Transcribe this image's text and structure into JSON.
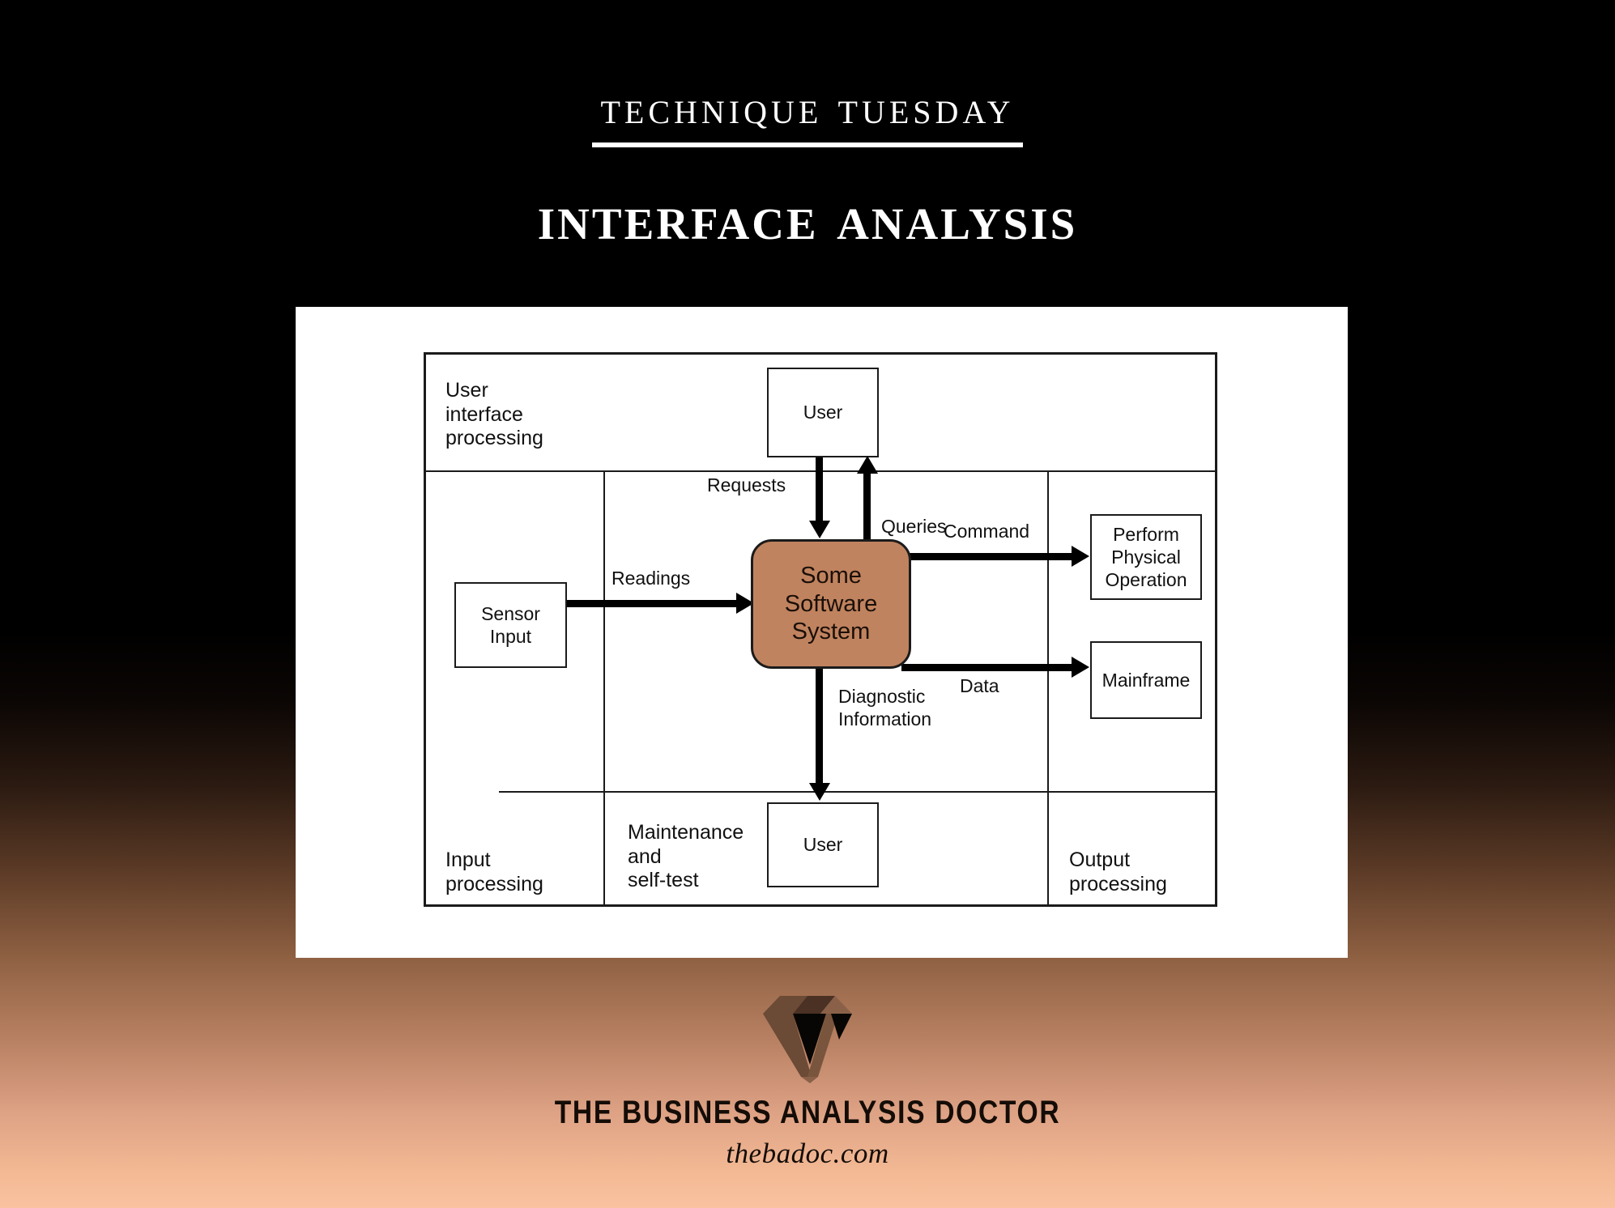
{
  "slide": {
    "background_top_color": "#000000",
    "background_bottom_color": "#fac2a0"
  },
  "header": {
    "eyebrow": "Technique Tuesday",
    "title": "Interface Analysis"
  },
  "diagram": {
    "system": {
      "label": "Some\nSoftware\nSystem",
      "fill_color": "#c0835f",
      "border_color": "#1b1b1b"
    },
    "zones": [
      {
        "id": "user-interface-processing",
        "label": "User\ninterface\nprocessing"
      },
      {
        "id": "input-processing",
        "label": "Input\nprocessing"
      },
      {
        "id": "maintenance-and-self-test",
        "label": "Maintenance\nand\nself-test"
      },
      {
        "id": "output-processing",
        "label": "Output\nprocessing"
      }
    ],
    "entities": [
      {
        "id": "user-top",
        "label": "User"
      },
      {
        "id": "sensor-input",
        "label": "Sensor\nInput"
      },
      {
        "id": "perform-physical-operation",
        "label": "Perform\nPhysical\nOperation"
      },
      {
        "id": "mainframe",
        "label": "Mainframe"
      },
      {
        "id": "user-bottom",
        "label": "User"
      }
    ],
    "flows": [
      {
        "id": "requests",
        "label": "Requests",
        "from": "user-top",
        "to": "system",
        "direction": "down"
      },
      {
        "id": "queries",
        "label": "Queries",
        "from": "system",
        "to": "user-top",
        "direction": "up"
      },
      {
        "id": "readings",
        "label": "Readings",
        "from": "sensor-input",
        "to": "system",
        "direction": "right"
      },
      {
        "id": "command",
        "label": "Command",
        "from": "system",
        "to": "perform-physical-operation",
        "direction": "right"
      },
      {
        "id": "data",
        "label": "Data",
        "from": "system",
        "to": "mainframe",
        "direction": "right"
      },
      {
        "id": "diagnostic-information",
        "label": "Diagnostic\nInformation",
        "from": "system",
        "to": "user-bottom",
        "direction": "down"
      }
    ]
  },
  "footer": {
    "logo_icon": "diamond-gem-icon",
    "brand_name": "THE BUSINESS ANALYSIS DOCTOR",
    "brand_url": "thebadoc.com"
  }
}
